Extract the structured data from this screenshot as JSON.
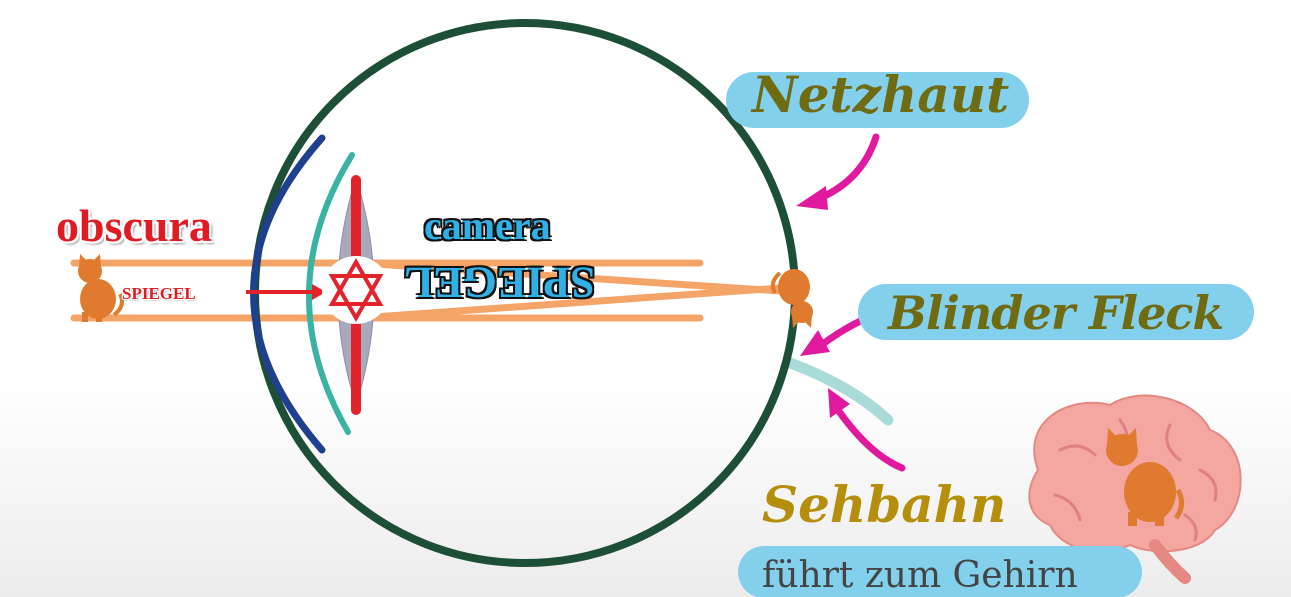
{
  "labels": {
    "netzhaut": "Netzhaut",
    "blinder_fleck": "Blinder Fleck",
    "sehbahn": "Sehbahn",
    "fuehrt_zum_gehirn": "führt zum Gehirn",
    "obscura": "obscura",
    "camera": "camera",
    "spiegel_small": "SPIEGEL",
    "spiegel_flipped": "SPIEGEL"
  },
  "colors": {
    "eyeball_outline": "#1d4f37",
    "cornea": "#1f3f8f",
    "iris_arc": "#3bb3a3",
    "lens": "#a9a9be",
    "pupil_bar": "#e3222a",
    "light_rays": "#f5a468",
    "pointer_arrows": "#e0199e",
    "label_bubble": "#83d0ec",
    "optic_nerve": "#a9dcd8",
    "cat": "#e07a2e",
    "brain": "#f4a6a0"
  },
  "icons": [
    "cat-icon",
    "star-of-david-icon",
    "brain-icon",
    "arrow-icon"
  ]
}
